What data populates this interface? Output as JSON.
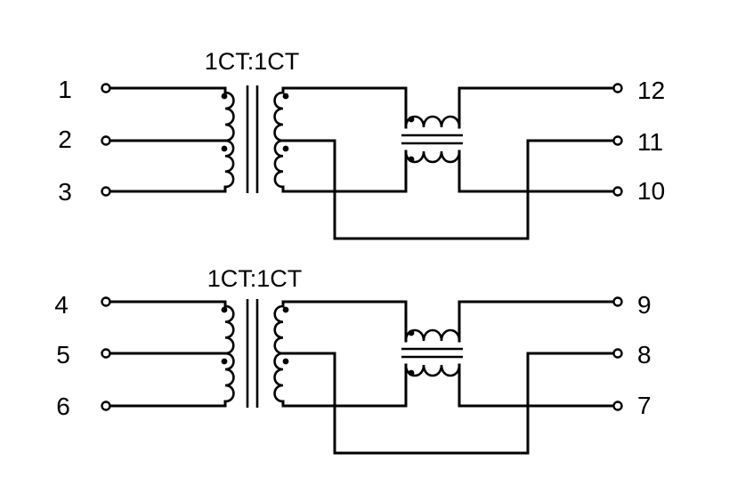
{
  "colors": {
    "line": "#000000",
    "background": "#ffffff"
  },
  "channels": [
    {
      "ratio_label": "1CT:1CT",
      "left_pins": [
        "1",
        "2",
        "3"
      ],
      "right_pins": [
        "12",
        "11",
        "10"
      ]
    },
    {
      "ratio_label": "1CT:1CT",
      "left_pins": [
        "4",
        "5",
        "6"
      ],
      "right_pins": [
        "9",
        "8",
        "7"
      ]
    }
  ]
}
